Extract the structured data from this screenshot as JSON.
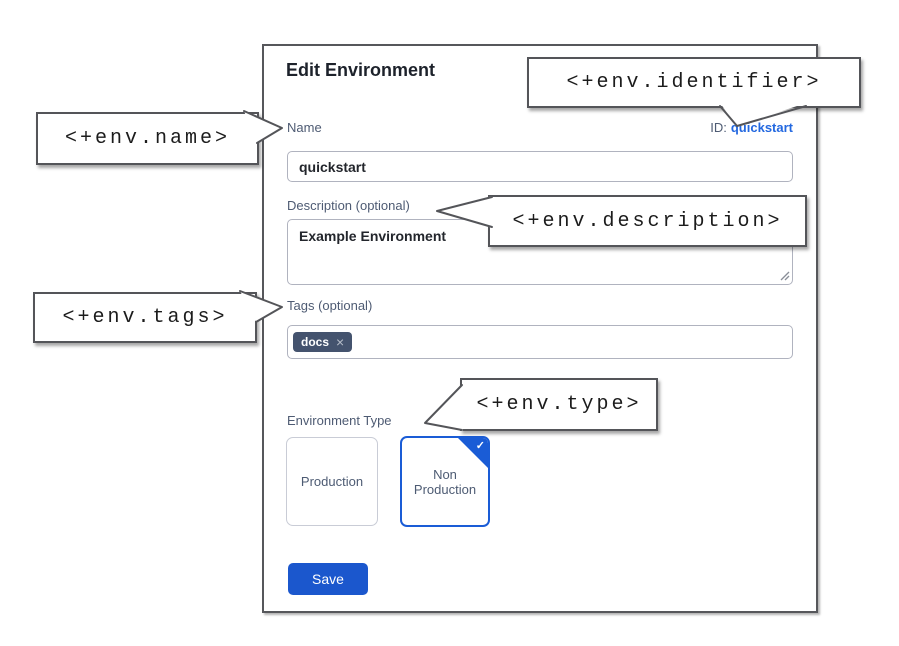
{
  "dialog": {
    "title": "Edit Environment",
    "name_field": {
      "label": "Name",
      "value": "quickstart"
    },
    "id_field": {
      "label": "ID:",
      "value": "quickstart"
    },
    "description_field": {
      "label": "Description (optional)",
      "value": "Example Environment"
    },
    "tags_field": {
      "label": "Tags (optional)",
      "tags": [
        {
          "label": "docs"
        }
      ]
    },
    "environment_type": {
      "label": "Environment Type",
      "options": [
        {
          "label": "Production",
          "selected": false
        },
        {
          "label": "Non Production",
          "selected": true
        }
      ]
    },
    "save_button_label": "Save"
  },
  "callouts": {
    "name": "<+env.name>",
    "identifier": "<+env.identifier>",
    "description": "<+env.description>",
    "tags": "<+env.tags>",
    "type": "<+env.type>"
  },
  "icons": {
    "tag_remove": "×",
    "selected_check": "✓"
  },
  "colors": {
    "primary_blue": "#1b57cd",
    "selected_blue": "#1a5cd6",
    "link_blue": "#2368e0",
    "tag_chip_bg": "#44536e",
    "dialog_border": "#56575b",
    "callout_border": "#545559"
  }
}
